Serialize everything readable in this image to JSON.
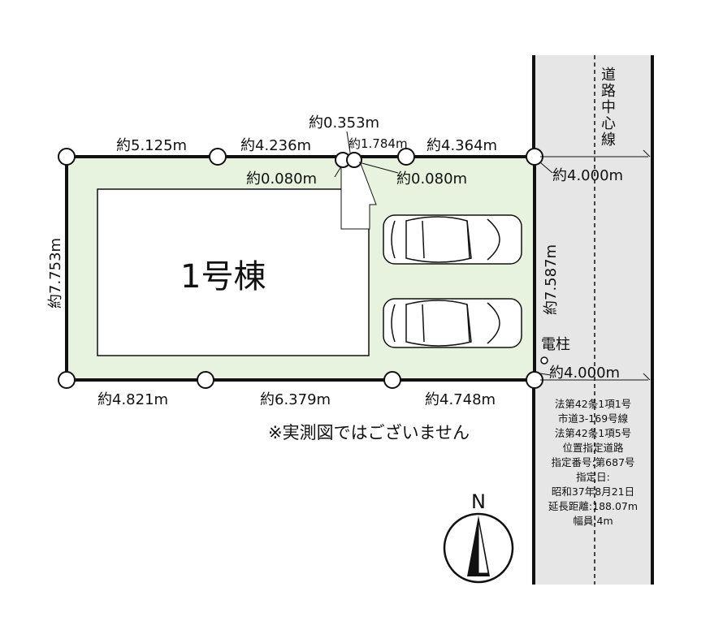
{
  "building_label": "1号棟",
  "dimensions": {
    "top_1": "約5.125m",
    "top_2": "約4.236m",
    "top_3": "約0.353m",
    "top_4": "約1.784m",
    "top_5": "約4.364m",
    "inner_left": "約0.080m",
    "inner_right": "約0.080m",
    "road_width_top": "約4.000m",
    "road_width_bottom": "約4.000m",
    "left_side": "約7.753m",
    "right_side": "約7.587m",
    "bottom_1": "約4.821m",
    "bottom_2": "約6.379m",
    "bottom_3": "約4.748m"
  },
  "utility_pole_label": "電柱",
  "road_centerline_label": [
    "道",
    "路",
    "中",
    "心",
    "線"
  ],
  "disclaimer": "※実測図ではございません",
  "compass_label": "N",
  "road_info": [
    "法第42条1項1号",
    "市道3-169号線",
    "法第42条1項5号",
    "位置指定道路",
    "指定番号:第687号",
    "指定日:",
    "昭和37年8月21日",
    "延長距離:188.07m",
    "幅員:4m"
  ],
  "colors": {
    "lot_fill": "#e8f3df",
    "road_fill": "#e6e6e6",
    "line": "#111111"
  }
}
